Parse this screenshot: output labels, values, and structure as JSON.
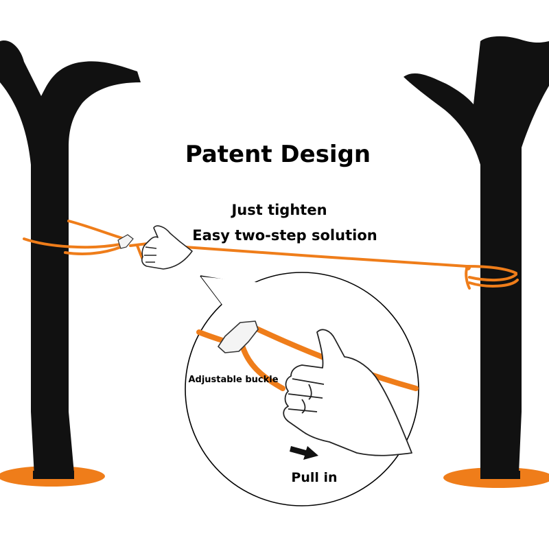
{
  "title": "Patent Design",
  "subtitle_line1": "Just tighten",
  "subtitle_line2": "Easy two-step solution",
  "callout_label": "Adjustable buckle",
  "action_label": "Pull in",
  "colors": {
    "tree": "#111111",
    "rope": "#ef7d1a",
    "ground": "#ef7d1a",
    "hand_outline": "#222222",
    "buckle": "#f4f4f4"
  },
  "icons": [
    "tree",
    "rope",
    "hand",
    "buckle",
    "arrow-right-icon"
  ]
}
